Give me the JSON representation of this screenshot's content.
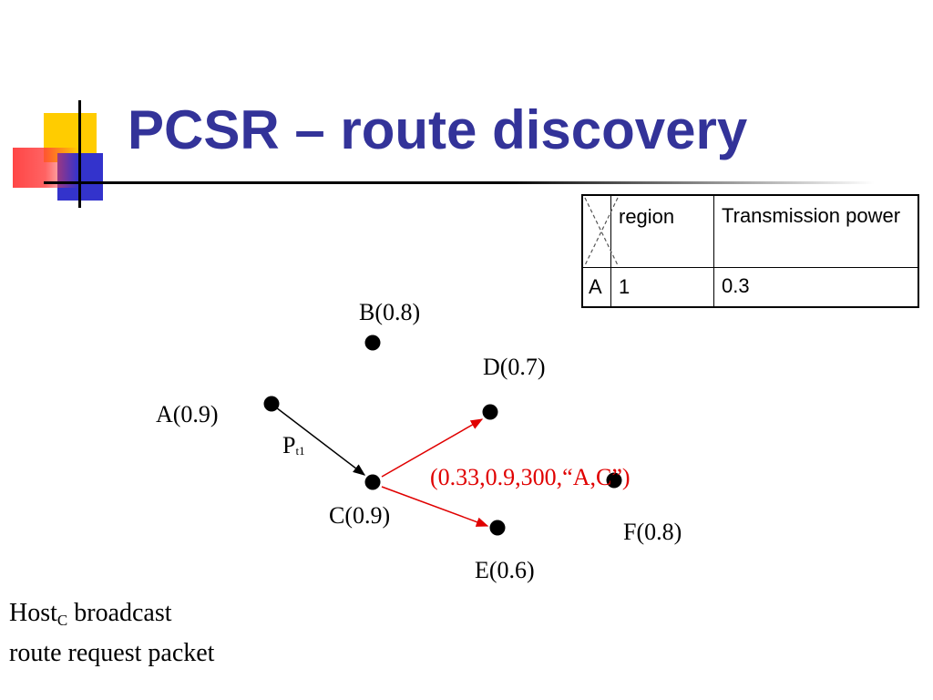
{
  "slide": {
    "title": "PCSR – route discovery"
  },
  "table": {
    "headers": [
      "",
      "region",
      "Transmission power"
    ],
    "rows": [
      {
        "label": "A",
        "region": "1",
        "power": "0.3"
      }
    ]
  },
  "nodes": {
    "A": "A(0.9)",
    "B": "B(0.8)",
    "C": "C(0.9)",
    "D": "D(0.7)",
    "E": "E(0.6)",
    "F": "F(0.8)"
  },
  "packet": {
    "name": "P",
    "subscript": "t1",
    "broadcast_label": "(0.33,0.9,300,“A,C”)"
  },
  "caption": {
    "host": "Host",
    "host_sub": "C",
    "line1_rest": " broadcast",
    "line2": "route request packet"
  },
  "colors": {
    "title": "#333399",
    "broadcast": "#e00000",
    "accent_yellow": "#ffcc00",
    "accent_blue": "#3333cc",
    "accent_red": "#ff3c3c"
  }
}
